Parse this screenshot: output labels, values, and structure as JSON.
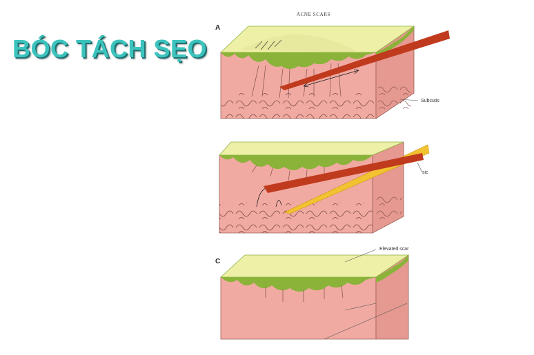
{
  "headline": "BÓC TÁCH SẸO",
  "diagram": {
    "title": "ACNE SCARS",
    "panels": [
      {
        "letter": "A",
        "label": "Subcutis"
      },
      {
        "letter": "",
        "label": "sic"
      },
      {
        "letter": "C",
        "label": "Elevated scar"
      }
    ]
  },
  "colors": {
    "headline": "#3cc3bd",
    "epidermis_top": "#eef0a8",
    "epidermis_edge": "#8bb33a",
    "dermis": "#f1aaa2",
    "dermis_side": "#e59990",
    "needle_red": "#c03a1e",
    "needle_yellow": "#f2c230"
  }
}
